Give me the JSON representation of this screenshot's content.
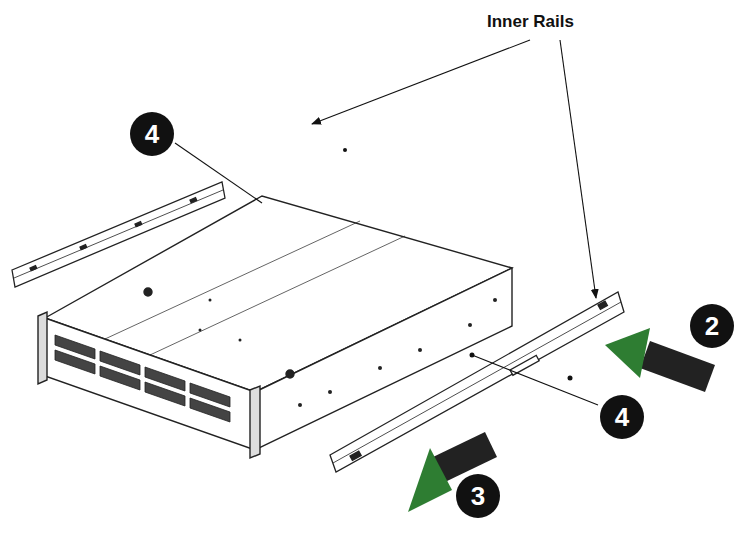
{
  "diagram": {
    "nodes": [
      {
        "text": [
          "4"
        ]
      },
      {
        "text": [
          "2"
        ]
      },
      {
        "text": [
          "4"
        ]
      },
      {
        "text": [
          "3"
        ]
      }
    ],
    "labels": [
      "Inner Rails"
    ]
  }
}
